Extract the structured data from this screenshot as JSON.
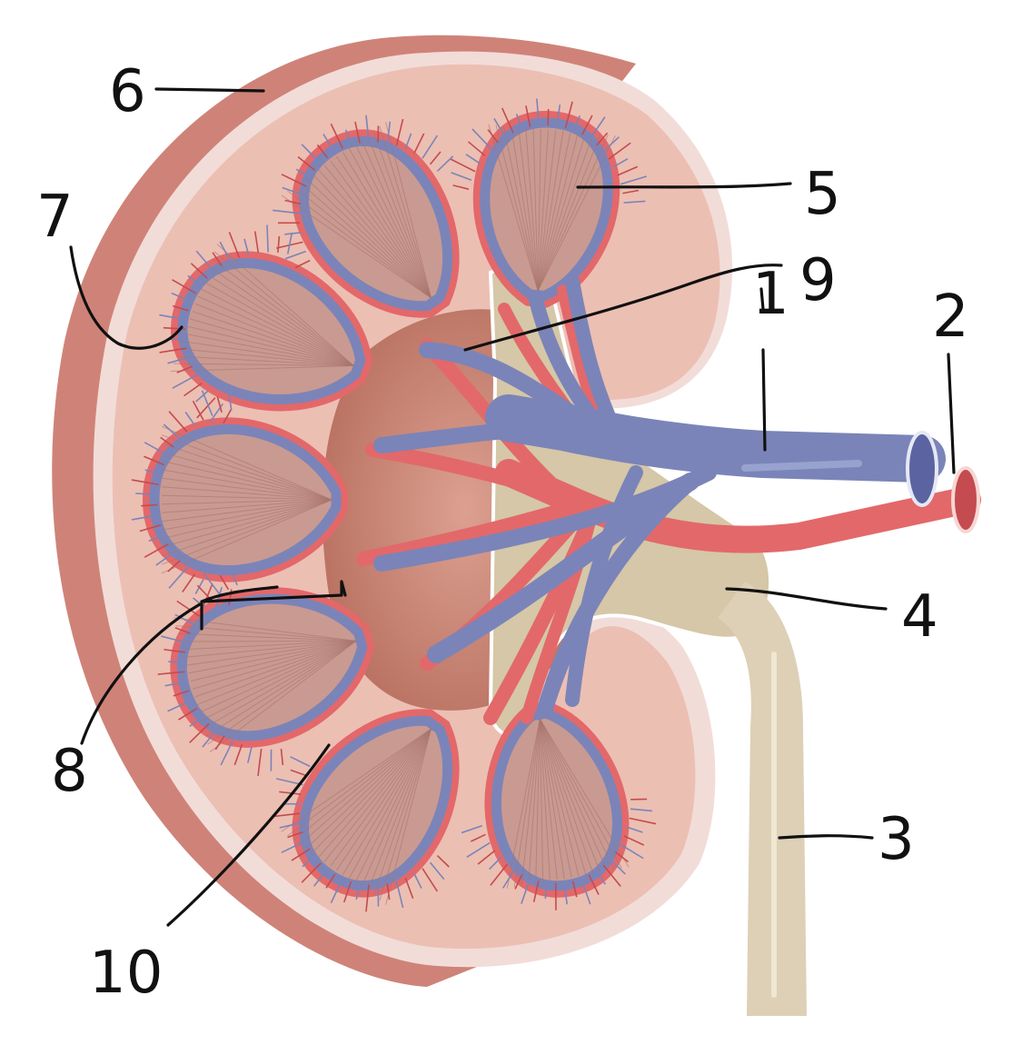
{
  "colors": {
    "capsule_outer": "#cf8378",
    "capsule_rim": "#f2dcd8",
    "cortex": "#ecbfb3",
    "pyramid": "#c99a91",
    "pyramid_line": "#a8756d",
    "vein": "#7b84b8",
    "vein_dark": "#5b64a0",
    "artery": "#e3686a",
    "artery_dark": "#c44b4f",
    "ureter": "#ddd0b6",
    "pelvis": "#d5c7a7",
    "sinus": "#d49082",
    "label": "#111111"
  },
  "labels": [
    {
      "id": "1",
      "text": "1"
    },
    {
      "id": "2",
      "text": "2"
    },
    {
      "id": "3",
      "text": "3"
    },
    {
      "id": "4",
      "text": "4"
    },
    {
      "id": "5",
      "text": "5"
    },
    {
      "id": "6",
      "text": "6"
    },
    {
      "id": "7",
      "text": "7"
    },
    {
      "id": "8",
      "text": "8"
    },
    {
      "id": "9",
      "text": "9"
    },
    {
      "id": "10",
      "text": "10"
    }
  ]
}
